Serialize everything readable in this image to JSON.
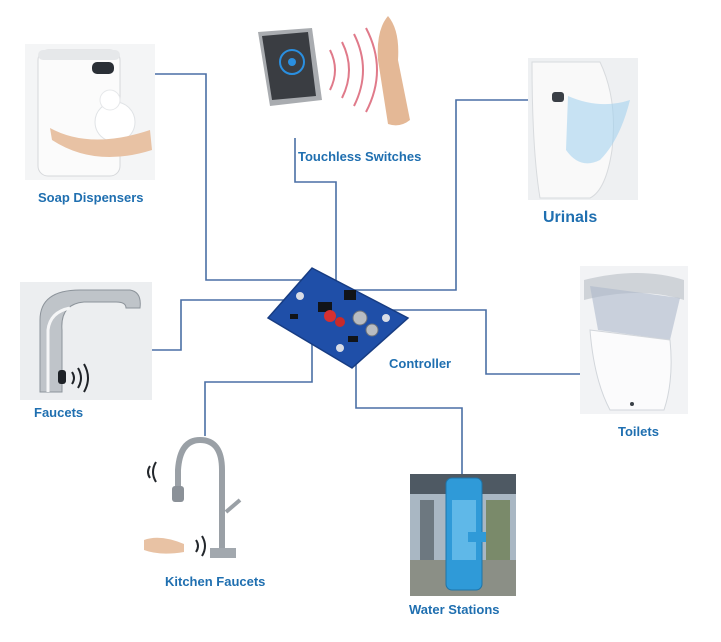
{
  "labels": {
    "soap": "Soap Dispensers",
    "switches": "Touchless Switches",
    "urinals": "Urinals",
    "faucets": "Faucets",
    "controller": "Controller",
    "toilets": "Toilets",
    "kitchen": "Kitchen Faucets",
    "water": "Water Stations"
  },
  "colors": {
    "connector": "#4a6fa5",
    "label": "#1f6fb0",
    "board": "#1f4fa8"
  }
}
